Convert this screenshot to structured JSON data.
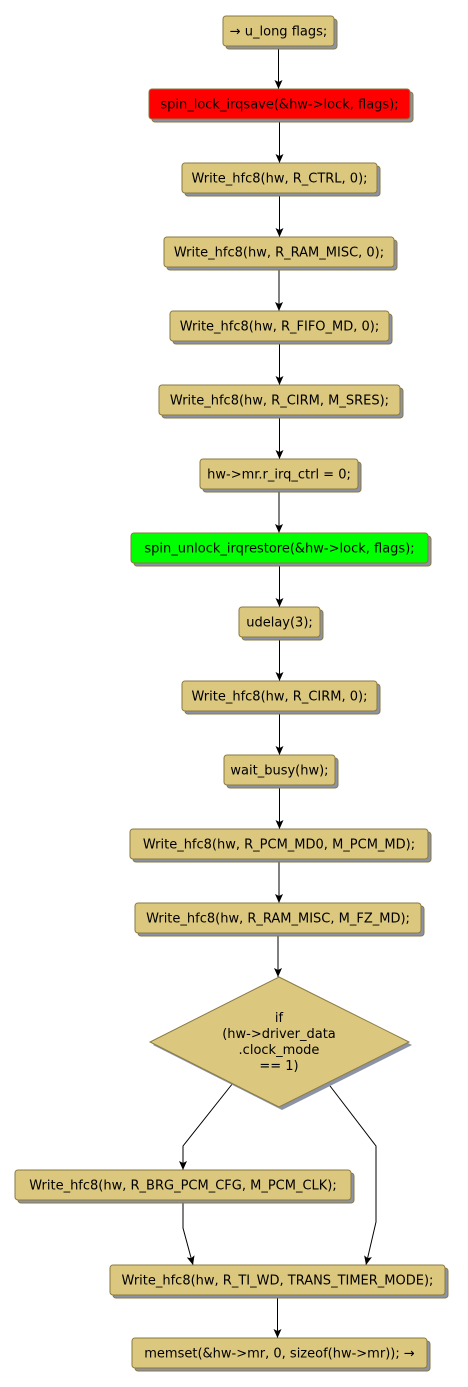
{
  "diagram": {
    "colors": {
      "node_fill": "#dbc77e",
      "node_stroke": "#8a7a40",
      "shadow": "#8c93a6",
      "lock_fill": "#ff0000",
      "unlock_fill": "#00ff00",
      "edge": "#000000"
    },
    "nodes": [
      {
        "id": "n1",
        "label": "→ u_long flags;"
      },
      {
        "id": "n2",
        "label": "spin_lock_irqsave(&hw->lock, flags);",
        "fill": "lock"
      },
      {
        "id": "n3",
        "label": "Write_hfc8(hw, R_CTRL, 0);"
      },
      {
        "id": "n4",
        "label": "Write_hfc8(hw, R_RAM_MISC, 0);"
      },
      {
        "id": "n5",
        "label": "Write_hfc8(hw, R_FIFO_MD, 0);"
      },
      {
        "id": "n6",
        "label": "Write_hfc8(hw, R_CIRM, M_SRES);"
      },
      {
        "id": "n7",
        "label": "hw->mr.r_irq_ctrl = 0;"
      },
      {
        "id": "n8",
        "label": "spin_unlock_irqrestore(&hw->lock, flags);",
        "fill": "unlock"
      },
      {
        "id": "n9",
        "label": "udelay(3);"
      },
      {
        "id": "n10",
        "label": "Write_hfc8(hw, R_CIRM, 0);"
      },
      {
        "id": "n11",
        "label": "wait_busy(hw);"
      },
      {
        "id": "n12",
        "label": "Write_hfc8(hw, R_PCM_MD0, M_PCM_MD);"
      },
      {
        "id": "n13",
        "label": "Write_hfc8(hw, R_RAM_MISC, M_FZ_MD);"
      },
      {
        "id": "n14",
        "label": [
          "if",
          "(hw->driver_data",
          ".clock_mode",
          "== 1)"
        ],
        "shape": "diamond"
      },
      {
        "id": "n15",
        "label": "Write_hfc8(hw, R_BRG_PCM_CFG, M_PCM_CLK);"
      },
      {
        "id": "n16",
        "label": "Write_hfc8(hw, R_TI_WD, TRANS_TIMER_MODE);"
      },
      {
        "id": "n17",
        "label": "memset(&hw->mr, 0, sizeof(hw->mr)); →"
      }
    ],
    "edges": [
      [
        "n1",
        "n2"
      ],
      [
        "n2",
        "n3"
      ],
      [
        "n3",
        "n4"
      ],
      [
        "n4",
        "n5"
      ],
      [
        "n5",
        "n6"
      ],
      [
        "n6",
        "n7"
      ],
      [
        "n7",
        "n8"
      ],
      [
        "n8",
        "n9"
      ],
      [
        "n9",
        "n10"
      ],
      [
        "n10",
        "n11"
      ],
      [
        "n11",
        "n12"
      ],
      [
        "n12",
        "n13"
      ],
      [
        "n13",
        "n14"
      ],
      [
        "n14",
        "n15"
      ],
      [
        "n14",
        "n16"
      ],
      [
        "n15",
        "n16"
      ],
      [
        "n16",
        "n17"
      ]
    ]
  }
}
